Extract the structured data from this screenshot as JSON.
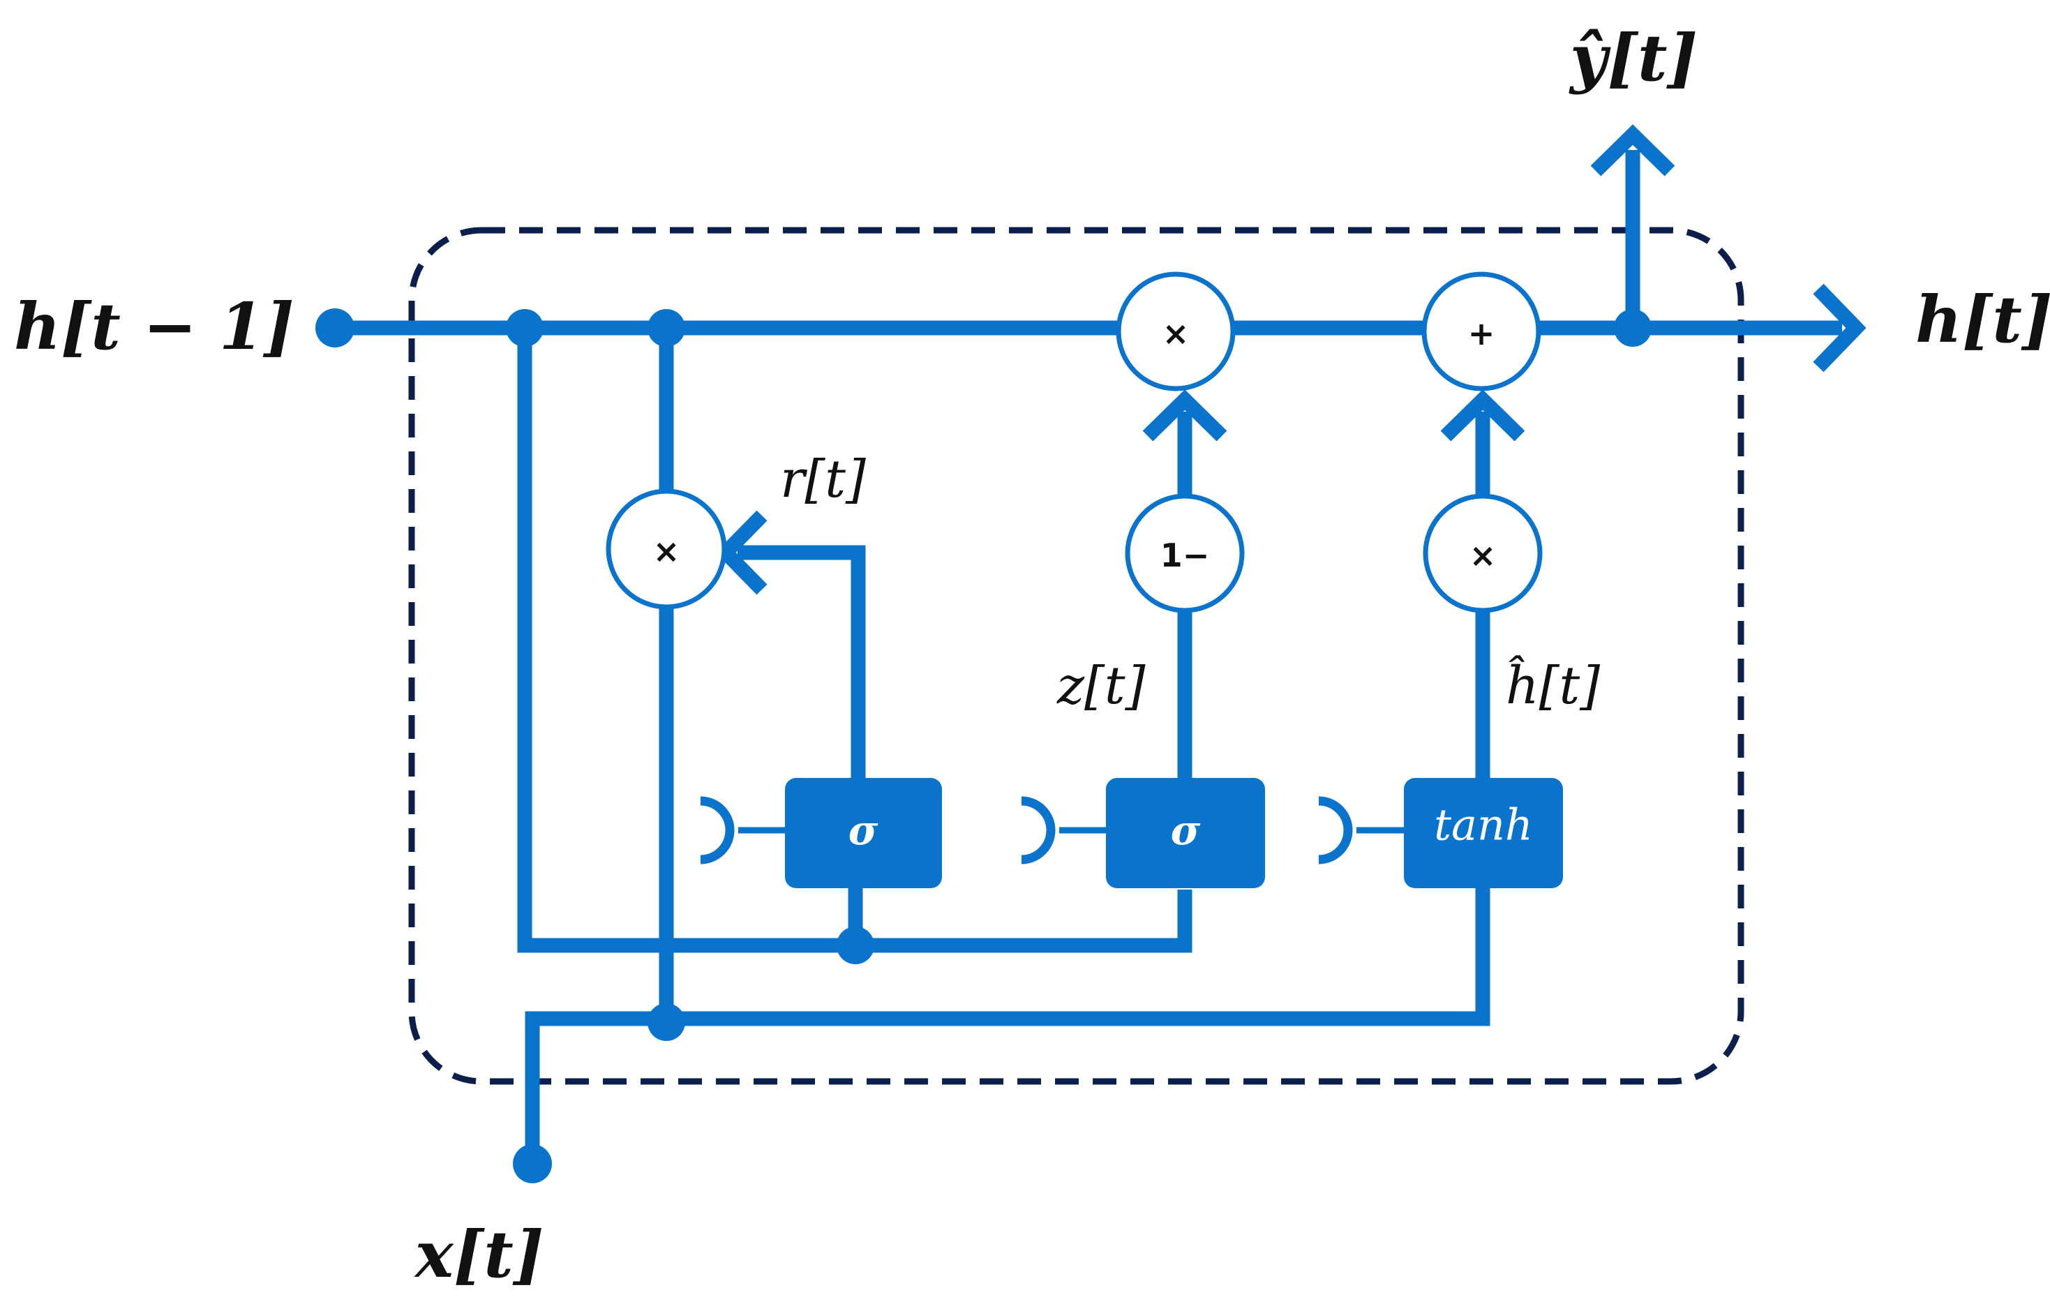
{
  "colors": {
    "line": "#0a73cc",
    "border": "#0b1f4d"
  },
  "labels": {
    "h_prev": "h[t − 1]",
    "h_out": "h[t]",
    "x_in": "x[t]",
    "y_out": "ŷ[t]",
    "reset": "r[t]",
    "update": "z[t]",
    "candidate": "ĥ[t]"
  },
  "gates": {
    "reset": "σ",
    "update": "σ",
    "candidate": "tanh"
  },
  "ops": {
    "reset_mult": "×",
    "update_mult": "×",
    "add": "+",
    "one_minus": "1−",
    "candidate_mult": "×"
  }
}
